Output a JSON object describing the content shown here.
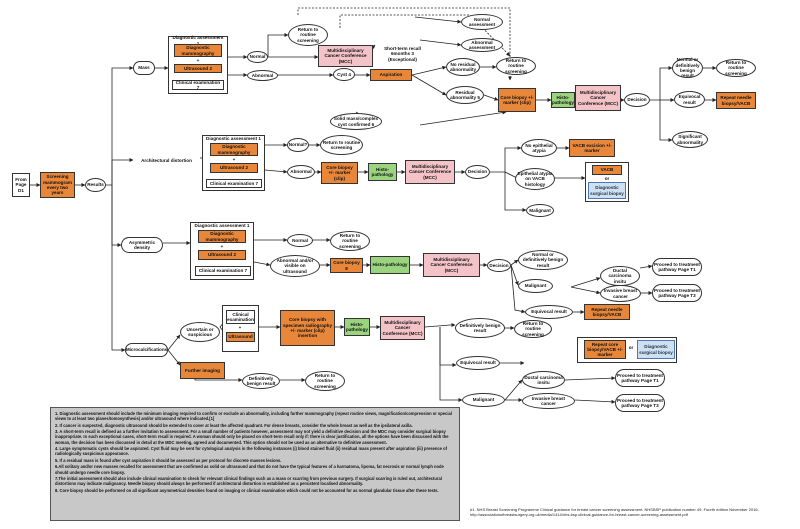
{
  "start": {
    "from_page": "From\nPage\nD1",
    "screening": "Screening mammogram every two years",
    "results": "Results"
  },
  "branches": {
    "mass": "Mass",
    "arch": "Architectural distortion",
    "asym": "Asymmetric density",
    "micro": "Microcalcifications"
  },
  "group_labels": {
    "diag_assessment_1": "Diagnostic assessment 1",
    "diag_mammo": "Diagnostic mammography",
    "plus": "+",
    "ultrasound": "Ultrasound 2",
    "clinical_exam": "Clinical examination 7",
    "clinical_exam_micro": "Clinical examination",
    "ultrasound_plain": "Ultrasound"
  },
  "mass": {
    "normal": "Normal",
    "abnormal": "Abnormal",
    "return_routine": "Return to routine screening",
    "mcc_top": "Multidisciplinary Cancer Conference (MCC)",
    "short_recall": "Short-term recall 6months 3 (Exceptional)",
    "normal_assessment": "Normal assessment",
    "abnormal_assessment": "Abnormal assessment",
    "cyst": "Cyst 4",
    "aspiration": "Aspiration",
    "no_residual": "No residual abnormality",
    "return_routine_2": "Return to routine screening",
    "residual": "Residual abnormality 5",
    "solid_mass": "Solid mass/complex cyst confirmed 6",
    "core_biopsy": "Core biopsy +/- marker (clip)",
    "histo": "Histo-pathology",
    "mcc": "Multidisciplinary Cancer Conference (MCC)",
    "decision": "Decision",
    "normal_benign": "Normal or definitively benign result",
    "return_routine_3": "Return to routine screening",
    "equivocal": "Equivocal result",
    "repeat_biopsy": "Repeat needle biopsy/VACB",
    "significant": "Significant abnormality"
  },
  "arch": {
    "normal": "Normal?",
    "return_routine": "Return to routine screening",
    "abnormal": "Abnormal",
    "core_biopsy": "Core biopsy +/- marker (clip)",
    "histo": "Histo-pathology",
    "mcc": "Multidisciplinary Cancer Conference (MCC)",
    "decision": "Decision",
    "no_epithelial": "No epithelial atypia",
    "vacb_excision": "VACB excision +/- marker",
    "epithelial_atypia": "Epithelial atypia on VACB histology",
    "vacb": "VACB",
    "or": "or",
    "diag_surgical": "Diagnostic surgical biopsy",
    "malignant": "Malignant"
  },
  "asym": {
    "normal": "Normal",
    "return_routine": "Return to routine screening",
    "abnormal_visible": "Abnormal and/or visible on ultrasound",
    "core_biopsy": "Core biopsy 8",
    "histo": "Histo-pathology",
    "mcc": "Multidisciplinary Cancer Conference (MCC)",
    "decision": "Decision",
    "normal_benign": "Normal or definitively benign result",
    "malignant": "Malignant",
    "dcis": "Ductal carcinoma insitu",
    "invasive": "Invasive breast cancer",
    "proceed_t1": "Proceed to treatment pathway Page T1",
    "proceed_t3": "Proceed to treatment pathway Page T3",
    "equivocal": "Equivocal result",
    "repeat_biopsy": "Repeat needle biopsy/VACB"
  },
  "micro": {
    "uncertain": "Uncertain or suspicious",
    "core_biopsy": "Core biopsy with specimen radiography +/- marker (clip) insertion",
    "histo": "Histo-pathology",
    "mcc": "Multidisciplinary Cancer Conference (MCC)",
    "further_imaging": "Further imaging",
    "definitively_benign": "Definitively benign result",
    "return_routine": "Return to routine screening",
    "definitively_benign_2": "Definitively benign result",
    "return_routine_2": "Return to routine screening",
    "equivocal": "Equivocal result",
    "repeat_core": "Repeat core biopsy/VACB +/- marker",
    "or": "or",
    "diag_surgical": "Diagnostic surgical biopsy",
    "malignant": "Malignant",
    "dcis": "Ductal carcinoma insitu",
    "invasive": "Invasive breast cancer",
    "proceed_t1": "Proceed to treatment pathway Page T1",
    "proceed_t3": "Proceed to treatment pathway Page T3"
  },
  "notes": [
    "1. Diagnostic assessment should include the minimum imaging required to confirm or exclude an abnormality, including further mammography (repeat routine views, magnification/compression or special views to at least two planes/tomosynthesis) and/or ultrasound where indicated.[1]",
    "2. If cancer is suspected, diagnostic ultrasound should be extended to cover at least the affected quadrant. For dense breasts, consider the whole breast as well as the ipsilateral axilla.",
    "3. A short-term recall is defined as a further invitation to assessment. For a small number of patients however, assessment may not yield a definitive decision and the MDC may consider surgical biopsy inappropriate. In such exceptional cases, short-term recall is required. A woman should only be placed on short-term recall only if: there is clear justification, all the options have been discussed with the woman, the decision has been discussed in detail at the MDC meeting, agreed and documented. This option should not be used as an alternative to definitive assessment.",
    "4. Large symptomatic cysts should be aspirated. Cyst fluid may be sent for cytological analysis in the following instances (i) blood stained fluid (ii) residual mass present after aspiration (iii) presence of radiologically suspicious appearance.",
    "5. If a residual mass is found after cyst aspiration it should be assessed as per protocol for discrete masses lesions.",
    "6.All solitary and/or new masses recalled for assessment that are confirmed as solid on ultrasound and that do not have the typical features of a harmatoma, lipoma, fat necrosis or normal lymph node should undergo needle core biopsy.",
    "7.The initial assessment should also include clinical examination to check for relevant clinical findings such as a mass or scarring from previous surgery. If surgical scarring is ruled out, architectural distortions may indicate malignancy. Needle biopsy should always be performed if architectural distortion is established as a persistent localised abnormality.",
    "8. Core biopsy should be performed on all significant asymmetrical densities found on imaging or clinical examination which could not be accounted for as normal glandular tissue after these tests."
  ],
  "reference": "#1. NHS Breast Screening Programme Clinical guidance for breast cancer screening assessment. NHSBSP publication number 49. Fourth edition November 2016. http://associationofbreastsurgery.org.uk/media/1414/nhs-bsp-clinical-guidance-for-breast-cancer-screening-assessment.pdf"
}
